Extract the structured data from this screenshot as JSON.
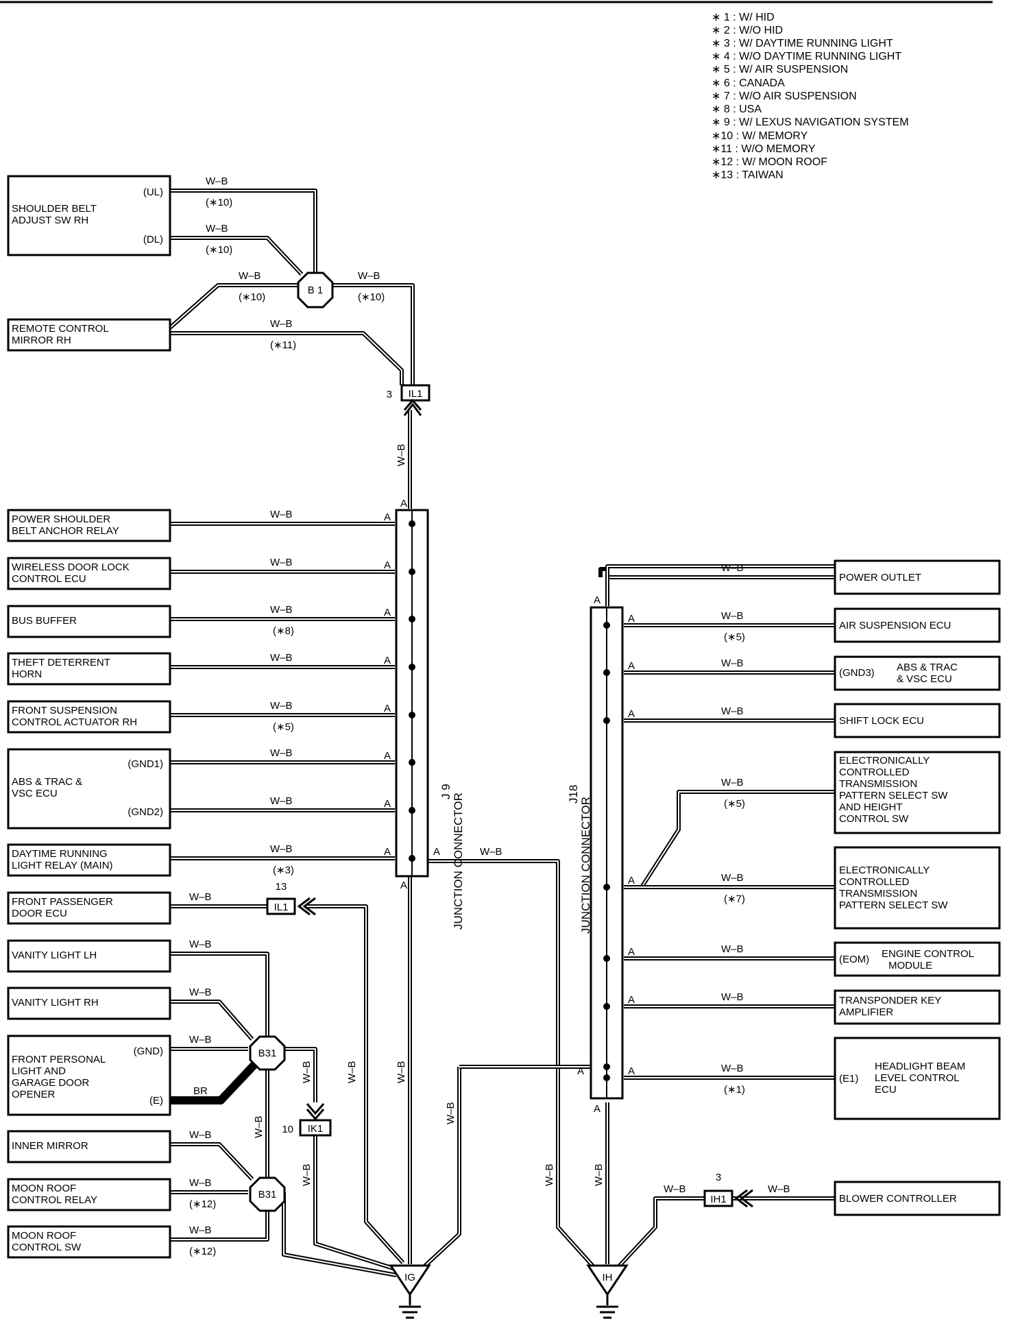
{
  "legend": [
    "∗ 1 : W/ HID",
    "∗ 2 : W/O HID",
    "∗ 3 : W/ DAYTIME RUNNING LIGHT",
    "∗ 4 : W/O DAYTIME RUNNING LIGHT",
    "∗ 5 : W/ AIR SUSPENSION",
    "∗ 6 : CANADA",
    "∗ 7 : W/O AIR SUSPENSION",
    "∗ 8 : USA",
    "∗ 9 : W/ LEXUS NAVIGATION SYSTEM",
    "∗10 : W/ MEMORY",
    "∗11 : W/O MEMORY",
    "∗12 : W/ MOON ROOF",
    "∗13 : TAIWAN"
  ],
  "wire": "W–B",
  "wire_br": "BR",
  "pin_a": "A",
  "conditions": {
    "c1": "(∗1)",
    "c3": "(∗3)",
    "c5": "(∗5)",
    "c7": "(∗7)",
    "c8": "(∗8)",
    "c10": "(∗10)",
    "c11": "(∗11)",
    "c12": "(∗12)"
  },
  "junctions": {
    "j9": "J 9",
    "j9_name": "JUNCTION CONNECTOR",
    "j18": "J18",
    "j18_name": "JUNCTION CONNECTOR"
  },
  "connectors": {
    "b1": "B 1",
    "b31": "B31",
    "il1": "IL1",
    "il1_pin_top": "3",
    "il1_pin_mid": "13",
    "ik1": "IK1",
    "ik1_pin": "10",
    "ih1": "IH1",
    "ih1_pin": "3"
  },
  "grounds": {
    "ig": "IG",
    "ih": "IH"
  },
  "left_components": {
    "shoulder_belt": {
      "l1": "SHOULDER BELT",
      "l2": "ADJUST SW RH",
      "t1": "(UL)",
      "t2": "(DL)"
    },
    "remote_mirror": {
      "l1": "REMOTE CONTROL",
      "l2": "MIRROR RH"
    },
    "power_shoulder": {
      "l1": "POWER SHOULDER",
      "l2": "BELT ANCHOR RELAY"
    },
    "wireless_door": {
      "l1": "WIRELESS DOOR LOCK",
      "l2": "CONTROL ECU"
    },
    "bus_buffer": {
      "l1": "BUS BUFFER"
    },
    "theft_horn": {
      "l1": "THEFT DETERRENT",
      "l2": "HORN"
    },
    "front_susp": {
      "l1": "FRONT SUSPENSION",
      "l2": "CONTROL ACTUATOR RH"
    },
    "abs_left": {
      "l1": "ABS & TRAC &",
      "l2": "VSC ECU",
      "t1": "(GND1)",
      "t2": "(GND2)"
    },
    "drl_relay": {
      "l1": "DAYTIME RUNNING",
      "l2": "LIGHT RELAY (MAIN)"
    },
    "front_pass": {
      "l1": "FRONT PASSENGER",
      "l2": "DOOR ECU"
    },
    "vanity_lh": {
      "l1": "VANITY LIGHT LH"
    },
    "vanity_rh": {
      "l1": "VANITY LIGHT RH"
    },
    "front_personal": {
      "l1": "FRONT PERSONAL",
      "l2": "LIGHT AND",
      "l3": "GARAGE DOOR",
      "l4": "OPENER",
      "t1": "(GND)",
      "t2": "(E)"
    },
    "inner_mirror": {
      "l1": "INNER MIRROR"
    },
    "moon_relay": {
      "l1": "MOON ROOF",
      "l2": "CONTROL RELAY"
    },
    "moon_sw": {
      "l1": "MOON ROOF",
      "l2": "CONTROL SW"
    }
  },
  "right_components": {
    "power_outlet": {
      "l1": "POWER OUTLET"
    },
    "air_susp": {
      "l1": "AIR SUSPENSION ECU"
    },
    "abs_right": {
      "t1": "(GND3)",
      "l1": "ABS & TRAC",
      "l2": "& VSC ECU"
    },
    "shift_lock": {
      "l1": "SHIFT LOCK ECU"
    },
    "ect_height": {
      "l1": "ELECTRONICALLY",
      "l2": "CONTROLLED",
      "l3": "TRANSMISSION",
      "l4": "PATTERN SELECT SW",
      "l5": "AND HEIGHT",
      "l6": "CONTROL SW"
    },
    "ect": {
      "l1": "ELECTRONICALLY",
      "l2": "CONTROLLED",
      "l3": "TRANSMISSION",
      "l4": "PATTERN SELECT SW"
    },
    "ecm": {
      "t1": "(EOM)",
      "l1": "ENGINE CONTROL",
      "l2": "MODULE"
    },
    "transponder": {
      "l1": "TRANSPONDER KEY",
      "l2": "AMPLIFIER"
    },
    "headlight": {
      "t1": "(E1)",
      "l1": "HEADLIGHT BEAM",
      "l2": "LEVEL CONTROL",
      "l3": "ECU"
    },
    "blower": {
      "l1": "BLOWER CONTROLLER"
    }
  }
}
